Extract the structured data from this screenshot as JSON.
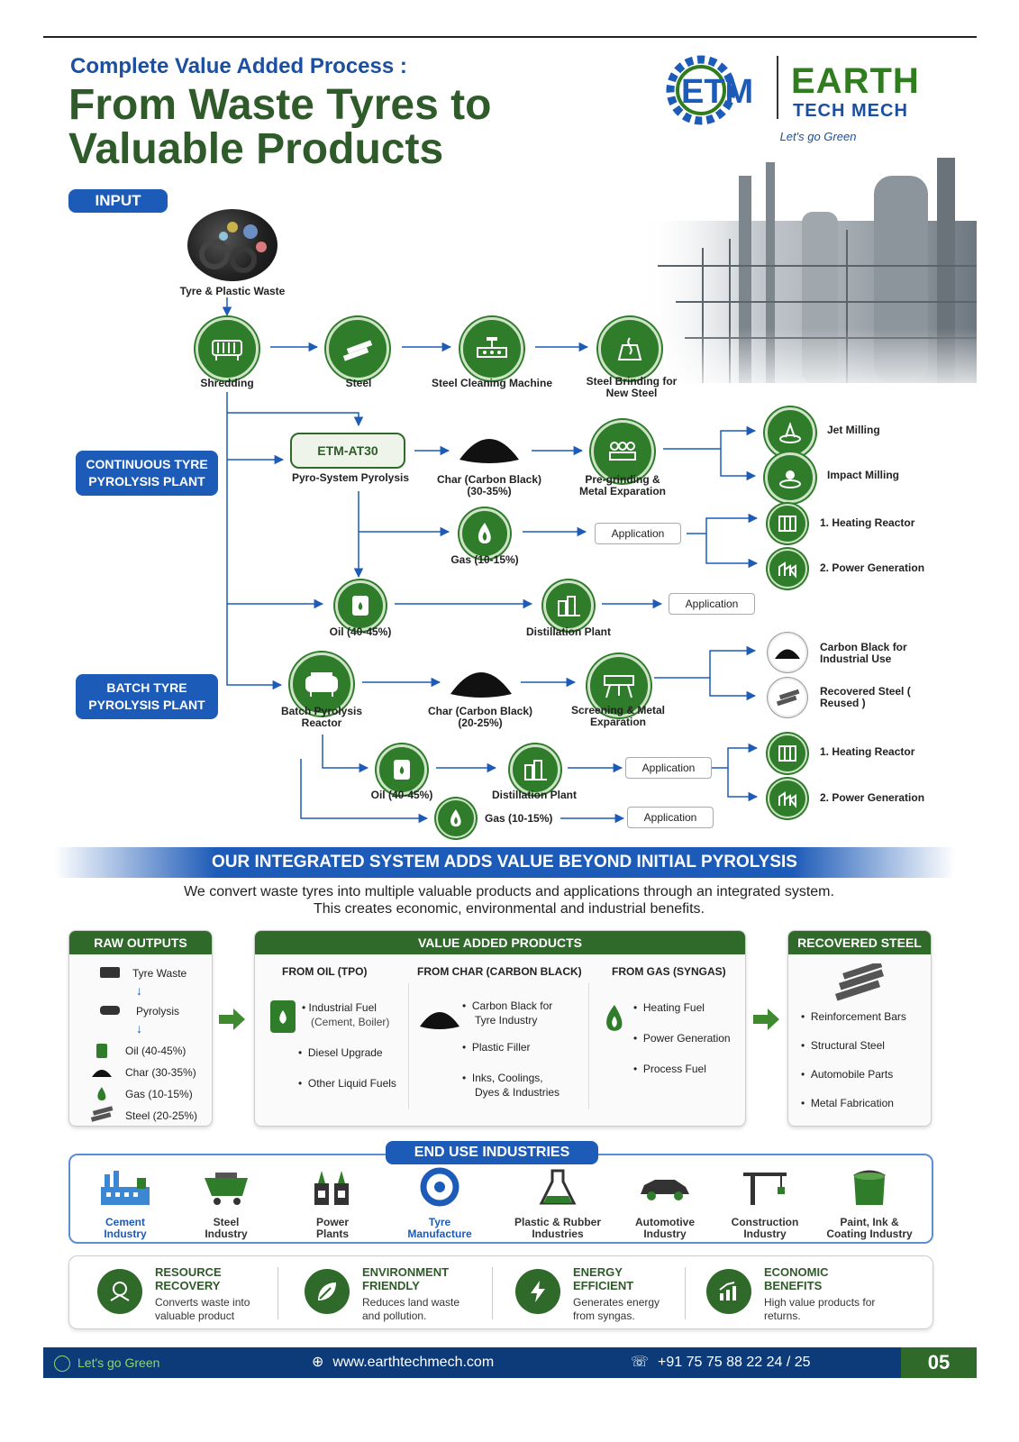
{
  "header": {
    "subtitle": "Complete Value Added Process :",
    "title_line1": "From Waste Tyres to",
    "title_line2": "Valuable Products"
  },
  "logo": {
    "mark": "ETM",
    "brand_top": "EARTH",
    "brand_bottom": "TECH MECH",
    "tagline": "Let's go Green"
  },
  "input_label": "INPUT",
  "continuous_label": "CONTINUOUS TYRE PYROLYSIS PLANT",
  "batch_label": "BATCH TYRE PYROLYSIS PLANT",
  "flow": {
    "tyre_waste": "Tyre & Plastic Waste",
    "shredding": "Shredding",
    "steel": "Steel",
    "steel_cleaning": "Steel Cleaning Machine",
    "steel_brinding": "Steel Brinding for New Steel",
    "etm_model": "ETM-AT30",
    "pyro_system": "Pyro-System Pyrolysis",
    "char_c": "Char (Carbon Black) (30-35%)",
    "pregrinding": "Pre-grinding & Metal Exparation",
    "jet_milling": "Jet Milling",
    "impact_milling": "Impact Milling",
    "gas_c": "Gas (10-15%)",
    "application": "Application",
    "heating_reactor": "1. Heating Reactor",
    "power_generation": "2. Power Generation",
    "oil_c": "Oil (40-45%)",
    "distillation": "Distillation Plant",
    "batch_reactor": "Batch Pyrolysis Reactor",
    "char_b": "Char (Carbon Black) (20-25%)",
    "screening": "Screening & Metal Exparation",
    "carbon_black_industrial": "Carbon Black for Industrial Use",
    "recovered_steel_reused": "Recovered Steel ( Reused )",
    "oil_b": "Oil (40-45%)",
    "gas_b": "Gas (10-15%)"
  },
  "banner": "OUR INTEGRATED SYSTEM ADDS VALUE BEYOND INITIAL PYROLYSIS",
  "intro_line1": "We convert waste tyres into multiple valuable products and applications through an integrated system.",
  "intro_line2": "This creates economic, environmental and industrial benefits.",
  "raw_outputs": {
    "title": "RAW OUTPUTS",
    "tyre_waste": "Tyre Waste",
    "pyrolysis": "Pyrolysis",
    "items": [
      "Oil (40-45%)",
      "Char (30-35%)",
      "Gas (10-15%)",
      "Steel (20-25%)"
    ]
  },
  "value_added": {
    "title": "VALUE ADDED PRODUCTS",
    "oil_head": "FROM OIL (TPO)",
    "oil_items": [
      "Industrial Fuel",
      "(Cement, Boiler)",
      "Diesel Upgrade",
      "Other Liquid Fuels"
    ],
    "char_head": "FROM CHAR (CARBON BLACK)",
    "char_items": [
      "Carbon Black for",
      "Tyre Industry",
      "Plastic Filler",
      "Inks, Coolings,",
      "Dyes & Industries"
    ],
    "gas_head": "FROM GAS (SYNGAS)",
    "gas_items": [
      "Heating Fuel",
      "Power Generation",
      "Process Fuel"
    ]
  },
  "recovered_steel": {
    "title": "RECOVERED STEEL",
    "items": [
      "Reinforcement Bars",
      "Structural Steel",
      "Automobile Parts",
      "Metal Fabrication"
    ]
  },
  "end_use": {
    "title": "END USE INDUSTRIES",
    "items": [
      {
        "l1": "Cement",
        "l2": "Industry",
        "icon": "factory-icon"
      },
      {
        "l1": "Steel",
        "l2": "Industry",
        "icon": "cart-icon"
      },
      {
        "l1": "Power",
        "l2": "Plants",
        "icon": "power-plant-icon"
      },
      {
        "l1": "Tyre",
        "l2": "Manufacture",
        "icon": "tyre-icon"
      },
      {
        "l1": "Plastic & Rubber",
        "l2": "Industries",
        "icon": "flask-icon"
      },
      {
        "l1": "Automotive",
        "l2": "Industry",
        "icon": "car-icon"
      },
      {
        "l1": "Construction",
        "l2": "Industry",
        "icon": "crane-icon"
      },
      {
        "l1": "Paint, Ink &",
        "l2": "Coating Industry",
        "icon": "paint-bucket-icon"
      }
    ]
  },
  "benefits": [
    {
      "t1": "RESOURCE",
      "t2": "RECOVERY",
      "d1": "Converts waste into",
      "d2": "valuable product"
    },
    {
      "t1": "ENVIRONMENT",
      "t2": "FRIENDLY",
      "d1": "Reduces land waste",
      "d2": "and pollution."
    },
    {
      "t1": "ENERGY",
      "t2": "EFFICIENT",
      "d1": "Generates energy",
      "d2": "from syngas."
    },
    {
      "t1": "ECONOMIC",
      "t2": "BENEFITS",
      "d1": "High value products for",
      "d2": "returns."
    }
  ],
  "footer": {
    "tagline": "Let's go Green",
    "website": "www.earthtechmech.com",
    "phone": "+91 75 75 88 22 24 / 25",
    "page": "05"
  },
  "colors": {
    "green": "#2f6a2a",
    "blue": "#1d5bb8",
    "navy": "#0d3b7a"
  }
}
